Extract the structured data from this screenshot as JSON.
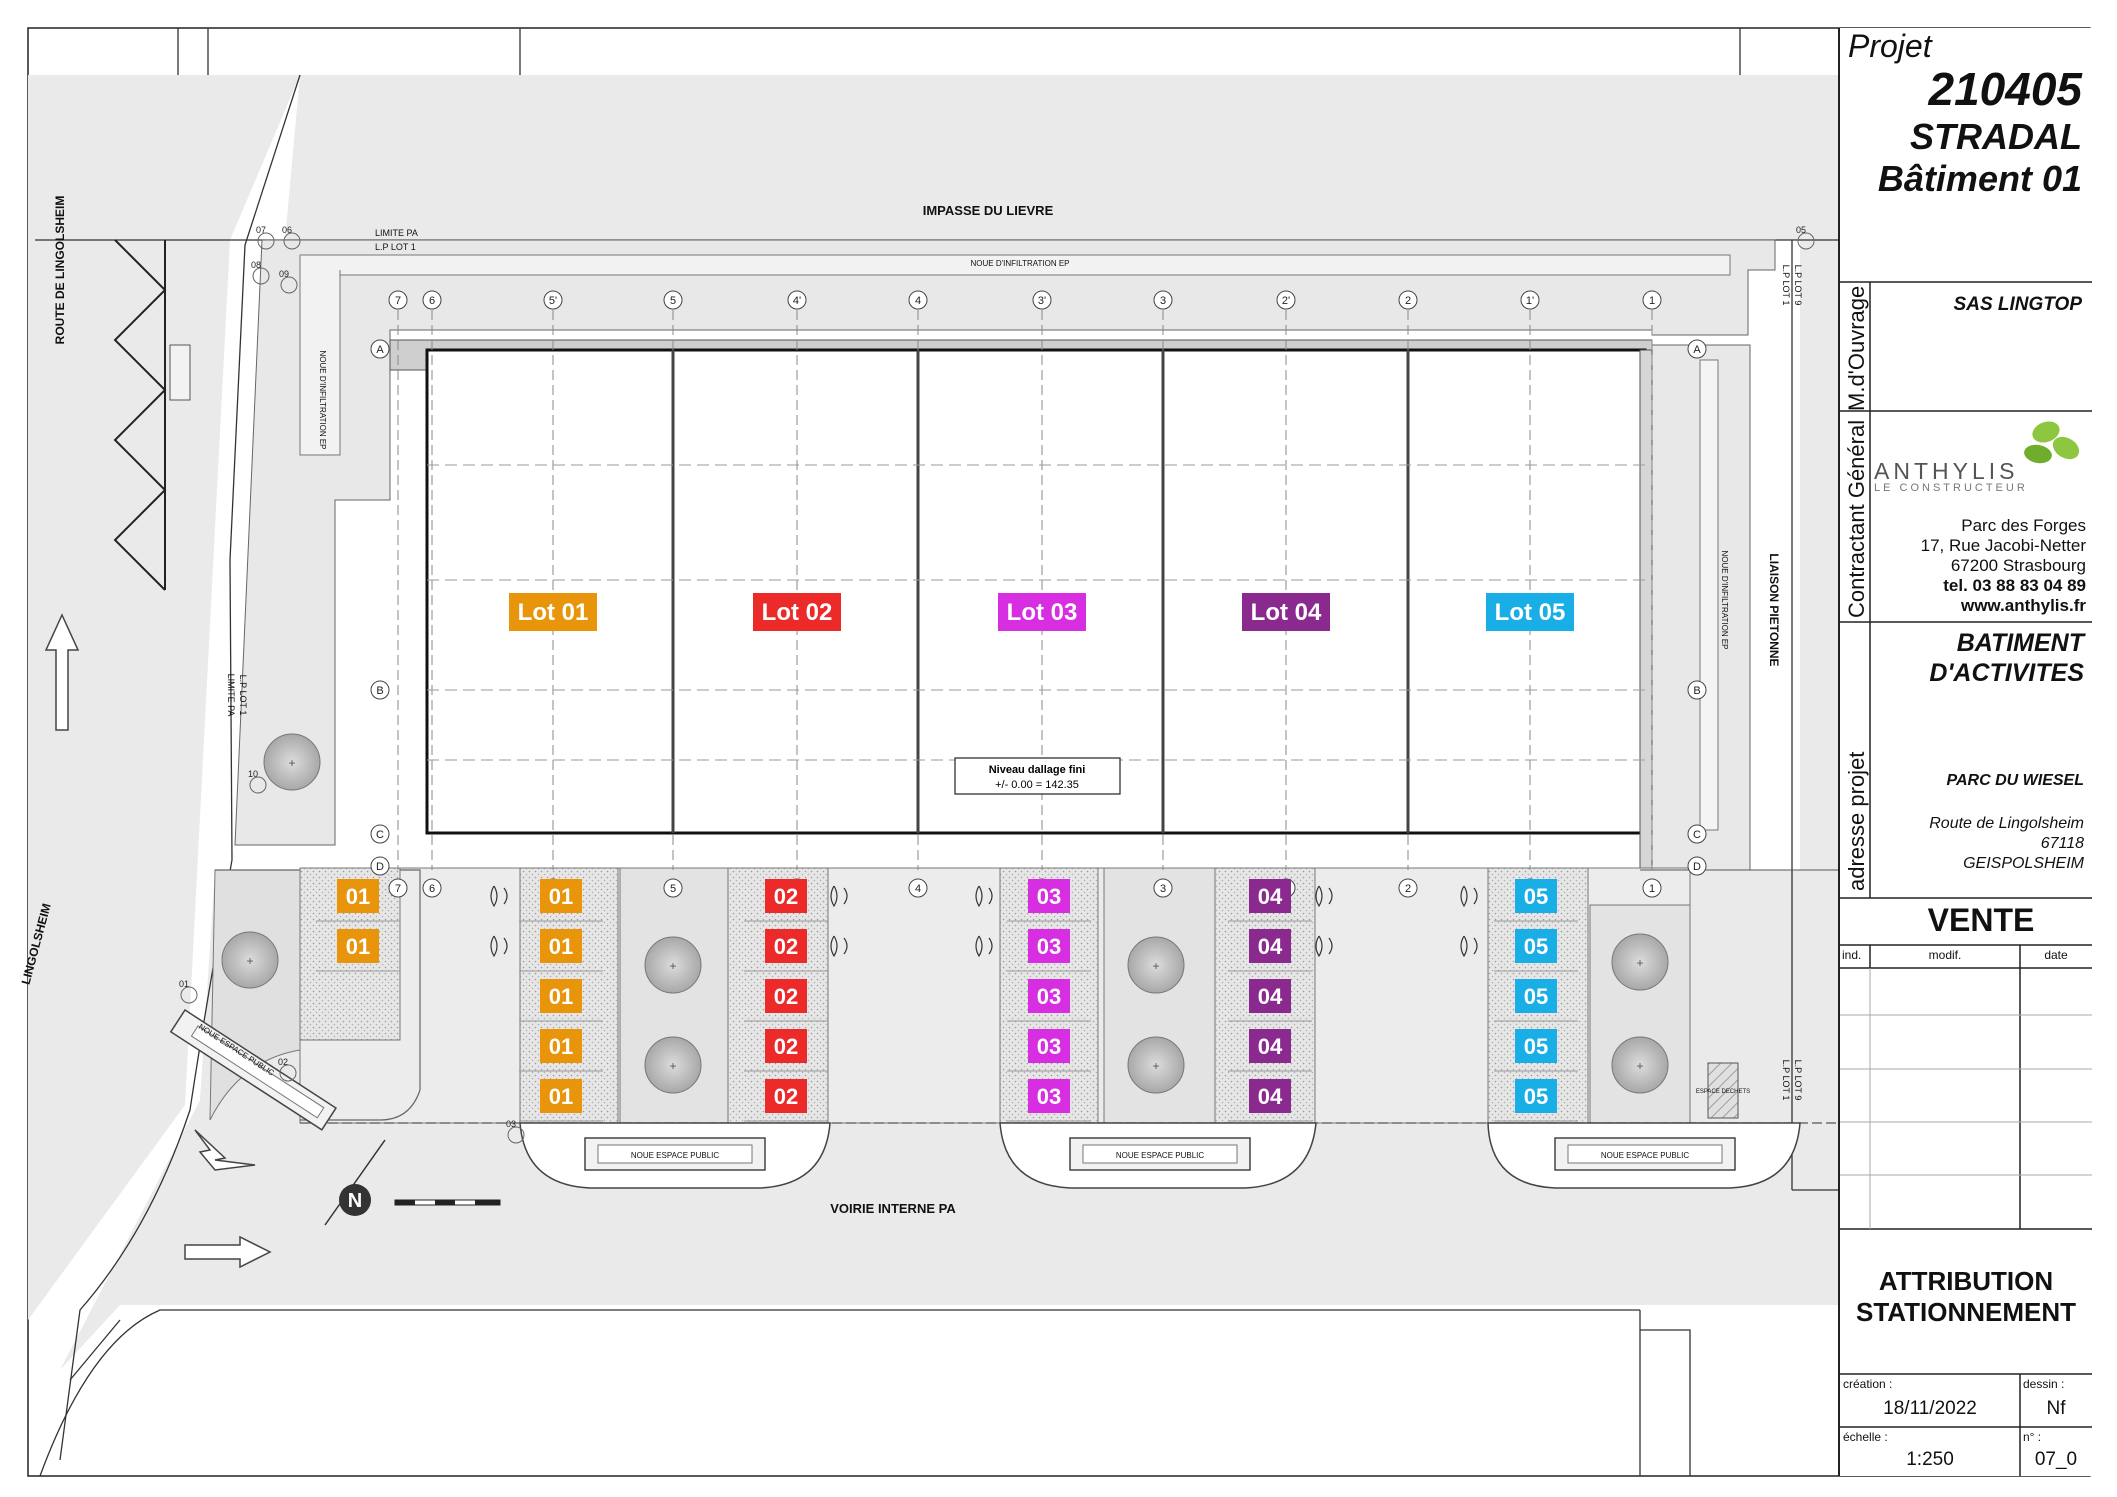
{
  "plan": {
    "streets": {
      "impasse": "IMPASSE DU LIEVRE",
      "route_lingolsheim": "ROUTE DE LINGOLSHEIM",
      "route_lingolsheim_cut": "LINGOLSHEIM",
      "liaison": "LIAISON PIETONNE",
      "voirie": "VOIRIE INTERNE PA"
    },
    "small_labels": {
      "limite_pa": "LIMITE PA",
      "lp_lot1": "L.P LOT 1",
      "lp_lot1_v": "L.P LOT 1",
      "limite_pa_v": "LIMITE PA",
      "lp_lot9_top": "L.P LOT 9",
      "lp_lot1_top": "L.P LOT 1",
      "lp_lot9_bot": "L.P LOT 9",
      "lp_lot1_bot": "L.P LOT 1",
      "noue_ep_top": "NOUE D'INFILTRATION EP",
      "noue_ep_left": "NOUE D'INFILTRATION EP",
      "noue_ep_right": "NOUE D'INFILTRATION EP",
      "noue_public_a": "NOUE ESPACE PUBLIC",
      "noue_public_b": "NOUE ESPACE PUBLIC",
      "noue_public_c": "NOUE ESPACE PUBLIC",
      "noue_public_diag": "NOUE ESPACE PUBLIC",
      "espace_dechets": "ESPACE DECHETS",
      "north": "N"
    },
    "points": [
      "07",
      "06",
      "08",
      "09",
      "05",
      "10",
      "01",
      "02",
      "03"
    ],
    "grid_columns": [
      "7",
      "6",
      "5'",
      "5",
      "4'",
      "4",
      "3'",
      "3",
      "2'",
      "2",
      "1'",
      "1"
    ],
    "grid_rows": [
      "A",
      "B",
      "C",
      "D"
    ],
    "lots": [
      {
        "label": "Lot 01",
        "color": "#e8950c"
      },
      {
        "label": "Lot 02",
        "color": "#ec2a2a"
      },
      {
        "label": "Lot 03",
        "color": "#d62ee0"
      },
      {
        "label": "Lot 04",
        "color": "#8b2a8e"
      },
      {
        "label": "Lot 05",
        "color": "#1aaee6"
      }
    ],
    "niveau": {
      "line1": "Niveau dallage fini",
      "line2": "+/- 0.00 = 142.35"
    },
    "parking_badges": [
      "01",
      "01",
      "01",
      "01",
      "01",
      "01",
      "01",
      "02",
      "02",
      "02",
      "02",
      "02",
      "03",
      "03",
      "03",
      "03",
      "03",
      "04",
      "04",
      "04",
      "04",
      "04",
      "05",
      "05",
      "05",
      "05",
      "05"
    ]
  },
  "title_block": {
    "projet_label": "Projet",
    "project_number": "210405",
    "project_name": "STRADAL",
    "building": "Bâtiment 01",
    "mo_label": "M.d'Ouvrage",
    "mo_value": "SAS LINGTOP",
    "cg_label": "Contractant Général",
    "logo_name": "ANTHYLIS",
    "logo_sub": "LE CONSTRUCTEUR",
    "address_lines": [
      "Parc des Forges",
      "17, Rue Jacobi-Netter",
      "67200 Strasbourg",
      "tel. 03 88 83 04 89",
      "www.anthylis.fr"
    ],
    "type_line1": "BATIMENT",
    "type_line2": "D'ACTIVITES",
    "adresse_label": "adresse projet",
    "parc": "PARC DU WIESEL",
    "site_address": [
      "Route de Lingolsheim",
      "67118",
      "GEISPOLSHEIM"
    ],
    "phase": "VENTE",
    "rev_headers": [
      "ind.",
      "modif.",
      "date"
    ],
    "sheet_title_1": "ATTRIBUTION",
    "sheet_title_2": "STATIONNEMENT",
    "creation_label": "création :",
    "creation_value": "18/11/2022",
    "dessin_label": "dessin :",
    "dessin_value": "Nf",
    "echelle_label": "échelle :",
    "echelle_value": "1:250",
    "no_label": "n° :",
    "no_value": "07_0"
  }
}
